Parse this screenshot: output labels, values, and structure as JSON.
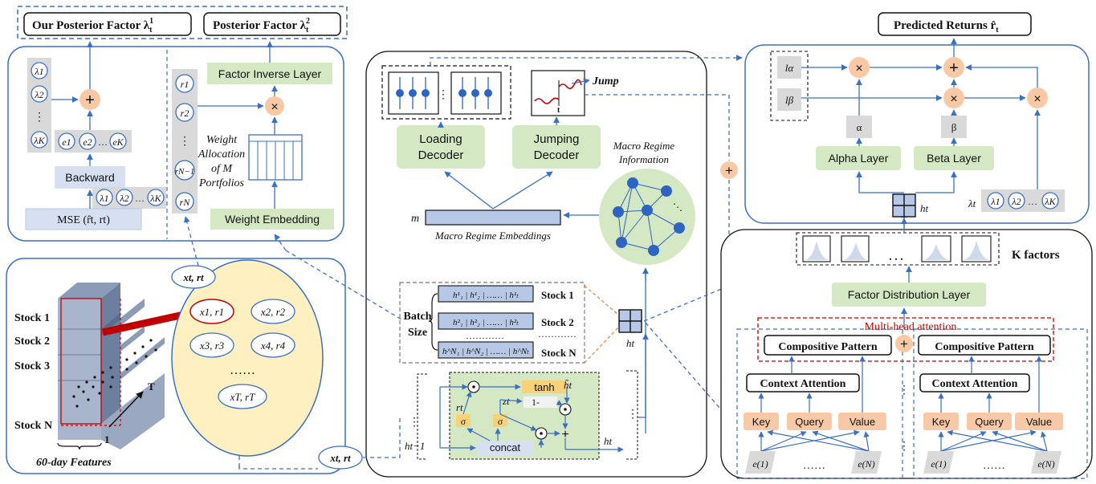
{
  "top": {
    "our_posterior": "Our Posterior Factor λ",
    "our_posterior_sup": "1",
    "our_posterior_sub": "t",
    "posterior": "Posterior Factor λ",
    "posterior_sup": "2",
    "posterior_sub": "t",
    "predicted_returns": "Predicted Returns r̂",
    "predicted_returns_sub": "t"
  },
  "left_panel": {
    "lambda_list": [
      "λ1",
      "λ2",
      "⋮",
      "λK"
    ],
    "e_list": [
      "e1",
      "e2",
      "…",
      "eK"
    ],
    "backward": "Backward",
    "lambda_row": [
      "λ1",
      "λ2",
      "…",
      "λK"
    ],
    "mse": "MSE (r̂t, rt)",
    "r_list": [
      "r1",
      "r2",
      "⋮",
      "rN−1",
      "rN"
    ],
    "factor_inverse_layer": "Factor Inverse Layer",
    "weight_allocation": [
      "Weight",
      "Allocation",
      "of M",
      "Portfolios"
    ],
    "weight_embedding": "Weight Embedding"
  },
  "features_panel": {
    "stocks": [
      "Stock 1",
      "Stock 2",
      "Stock 3",
      "Stock N"
    ],
    "t_label": "T",
    "one_label": "1",
    "features": "60-day Features",
    "xr_label": "xt, rt",
    "pairs": [
      "x1, r1",
      "x2, r2",
      "x3, r3",
      "x4, r4",
      "……",
      "xT, rT"
    ],
    "xr_bottom": "xt, rt"
  },
  "center_panel": {
    "jump": "Jump",
    "t_mark": "t",
    "loading_decoder": [
      "Loading",
      "Decoder"
    ],
    "jumping_decoder": [
      "Jumping",
      "Decoder"
    ],
    "macro_regime_info": [
      "Macro Regime",
      "Information"
    ],
    "m_label": "m",
    "macro_regime_embeddings": "Macro Regime Embeddings",
    "batch": "Batch",
    "size": "Size",
    "stock_rows": [
      {
        "cells": "h¹₁ | h¹₂ | …… | h¹ₜ",
        "label": "Stock 1"
      },
      {
        "cells": "h²₁ | h²₂ | …… | h²ₜ",
        "label": "Stock 2"
      },
      {
        "cells": "h^N₁ | h^N₂ | …… | h^Nₜ",
        "label": "Stock N"
      }
    ],
    "dots_row": "…………",
    "ht": "ht",
    "gru": {
      "tanh": "tanh",
      "sigma": "σ",
      "one_minus": "1-",
      "concat": "concat",
      "zt": "zt",
      "rt": "rt",
      "ht_tilde": "h̃t",
      "ht_prev": "ht−1",
      "ht_out": "ht"
    }
  },
  "right_panel": {
    "l_alpha": "lα",
    "l_beta": "lβ",
    "alpha": "α",
    "beta": "β",
    "alpha_layer": "Alpha Layer",
    "beta_layer": "Beta Layer",
    "ht": "ht",
    "lambda_t": "λt",
    "lambda_row": [
      "λ1",
      "λ2",
      "…",
      "λK"
    ],
    "k_factors": "K factors",
    "factor_distribution_layer": "Factor Distribution Layer",
    "multi_head": "Multi-head attention",
    "compositive_pattern": "Compositive Pattern",
    "context_attention": "Context Attention",
    "key": "Key",
    "query": "Query",
    "value": "Value",
    "e1": "e(1)",
    "eN": "e(N)",
    "dots": "……"
  },
  "colors": {
    "green_box": "#d5e8c4",
    "blue_box": "#d6e0f0",
    "orange_op": "#f8c9a4",
    "orange_box": "#f7c9a6",
    "yellow_oval": "#fff0c2",
    "arrow": "#3b6fc2",
    "dashed": "#3b6fc2",
    "red": "#c00000"
  }
}
